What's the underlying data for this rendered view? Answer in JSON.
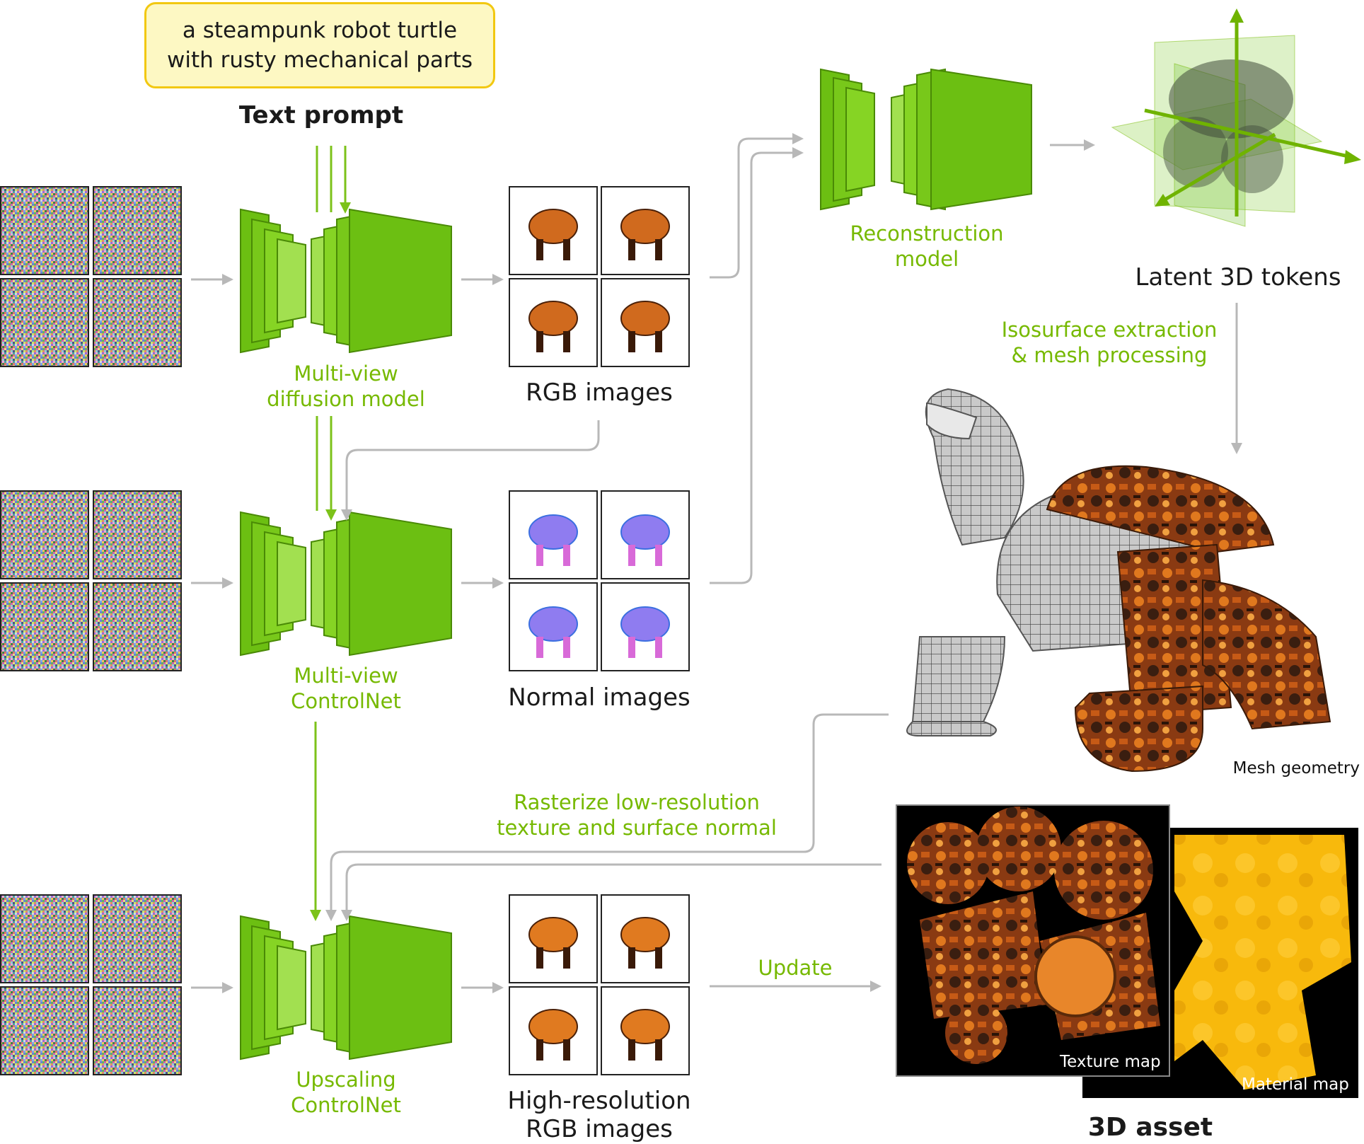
{
  "prompt": {
    "text": "a steampunk robot turtle\nwith rusty mechanical parts",
    "caption": "Text prompt"
  },
  "models": {
    "diffusion": "Multi-view\ndiffusion model",
    "controlnet": "Multi-view\nControlNet",
    "upscaling": "Upscaling\nControlNet",
    "reconstruction": "Reconstruction\nmodel"
  },
  "outputs": {
    "rgb": "RGB images",
    "normal": "Normal images",
    "hires": "High-resolution\nRGB images",
    "latent": "Latent 3D tokens"
  },
  "steps": {
    "isosurface": "Isosurface extraction\n& mesh processing",
    "rasterize": "Rasterize low-resolution\ntexture and surface normal",
    "update": "Update"
  },
  "asset": {
    "mesh": "Mesh geometry",
    "texture": "Texture map",
    "material": "Material map",
    "title": "3D asset"
  },
  "colors": {
    "accent": "#76b900",
    "arrow": "#b8b8b8",
    "prompt_fill": "#fdf8c3",
    "prompt_border": "#f2c811"
  }
}
